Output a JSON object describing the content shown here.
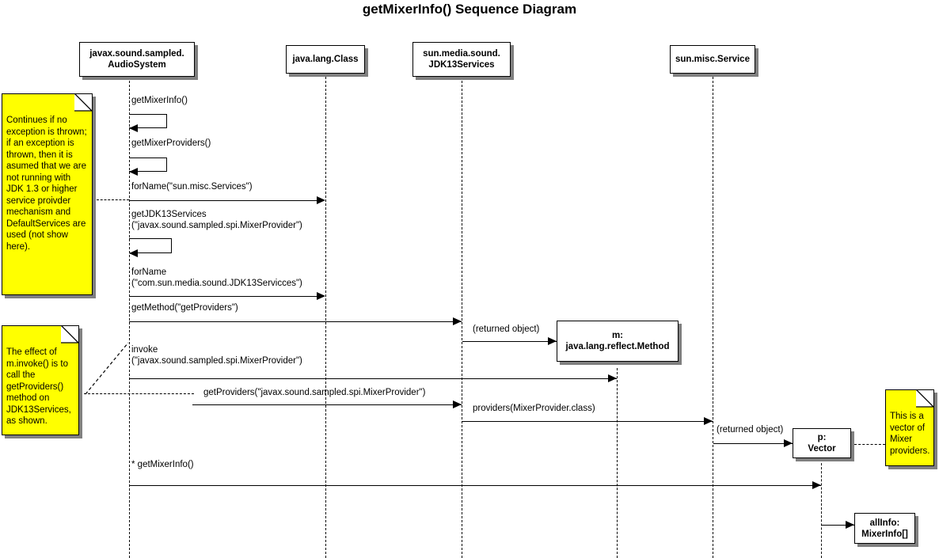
{
  "title": "getMixerInfo() Sequence Diagram",
  "participants": [
    {
      "id": "audiosystem",
      "label": "javax.sound.sampled.\nAudioSystem"
    },
    {
      "id": "javalangclass",
      "label": "java.lang.Class"
    },
    {
      "id": "jdk13services",
      "label": "sun.media.sound.\nJDK13Services"
    },
    {
      "id": "sunmiscservice",
      "label": "sun.misc.Service"
    }
  ],
  "objects": [
    {
      "id": "method",
      "label": "m:\njava.lang.reflect.Method"
    },
    {
      "id": "vector",
      "label": "p:\nVector"
    },
    {
      "id": "allinfo",
      "label": "allInfo:\nMixerInfo[]"
    }
  ],
  "messages": [
    {
      "id": "m1",
      "label": "getMixerInfo()",
      "kind": "self-call"
    },
    {
      "id": "m2",
      "label": "getMixerProviders()",
      "kind": "self-call"
    },
    {
      "id": "m3",
      "label": "forName(\"sun.misc.Services\")",
      "kind": "call"
    },
    {
      "id": "m4",
      "label": "getJDK13Services\n(\"javax.sound.sampled.spi.MixerProvider\")",
      "kind": "self-call"
    },
    {
      "id": "m5",
      "label": "forName\n(\"com.sun.media.sound.JDK13Servicces\")",
      "kind": "call"
    },
    {
      "id": "m6",
      "label": "getMethod(\"getProviders\")",
      "kind": "call"
    },
    {
      "id": "m7",
      "label": "(returned object)",
      "kind": "return-create"
    },
    {
      "id": "m8",
      "label": "invoke\n(\"javax.sound.sampled.spi.MixerProvider\")",
      "kind": "call"
    },
    {
      "id": "m9",
      "label": "getProviders(\"javax.sound.sampled.spi.MixerProvider\")",
      "kind": "call"
    },
    {
      "id": "m10",
      "label": "providers(MixerProvider.class)",
      "kind": "call"
    },
    {
      "id": "m11",
      "label": "(returned object)",
      "kind": "return-create"
    },
    {
      "id": "m12",
      "label": "* getMixerInfo()",
      "kind": "call"
    },
    {
      "id": "m13",
      "label": "",
      "kind": "create"
    }
  ],
  "notes": [
    {
      "id": "note-exception",
      "text": "Continues if no exception is thrown; if an exception is thrown, then it is asumed that we are not running with JDK 1.3 or higher service proivder mechanism and DefaultServices are used (not show here)."
    },
    {
      "id": "note-invoke",
      "text": "The effect of m.invoke() is to call the getProviders() method on JDK13Services, as shown."
    },
    {
      "id": "note-vector",
      "text": "This is a vector of Mixer providers."
    }
  ],
  "colors": {
    "note_fill": "#ffff00",
    "line": "#000000",
    "shadow": "#808080",
    "background": "#ffffff"
  }
}
